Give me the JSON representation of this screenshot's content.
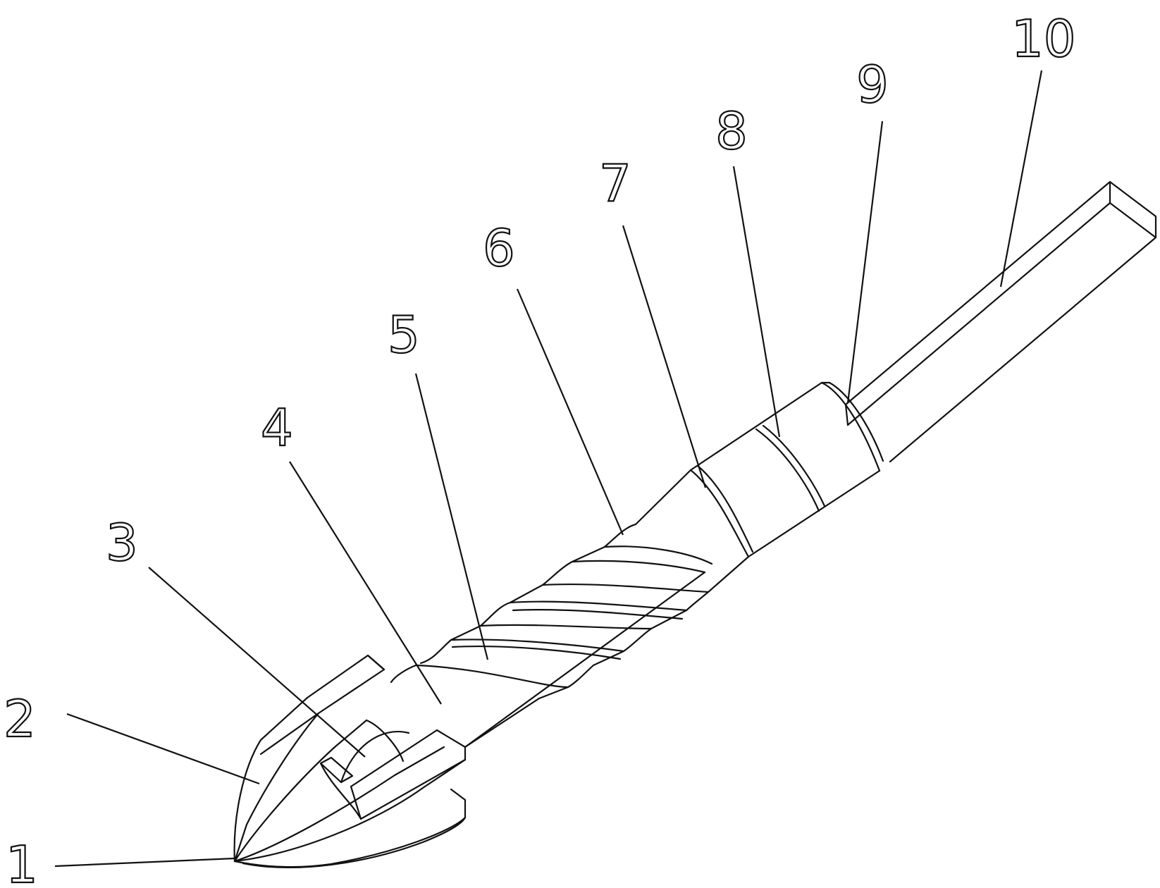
{
  "labels": [
    {
      "id": "1",
      "text": "1"
    },
    {
      "id": "2",
      "text": "2"
    },
    {
      "id": "3",
      "text": "3"
    },
    {
      "id": "4",
      "text": "4"
    },
    {
      "id": "5",
      "text": "5"
    },
    {
      "id": "6",
      "text": "6"
    },
    {
      "id": "7",
      "text": "7"
    },
    {
      "id": "8",
      "text": "8"
    },
    {
      "id": "9",
      "text": "9"
    },
    {
      "id": "10",
      "text": "10"
    }
  ],
  "colors": {
    "line": "#111111",
    "background": "#ffffff"
  }
}
